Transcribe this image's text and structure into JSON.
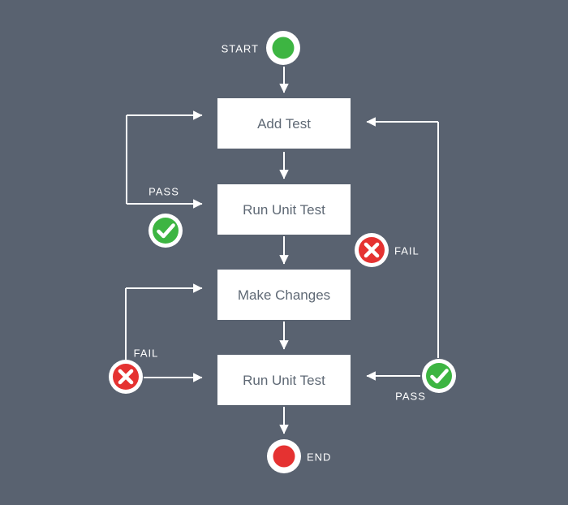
{
  "colors": {
    "background": "#596270",
    "box_fill": "#ffffff",
    "box_text": "#5f6975",
    "line": "#ffffff",
    "green": "#3db542",
    "red": "#e53231",
    "label_text": "#ffffff"
  },
  "flow": {
    "start": {
      "label": "START"
    },
    "end": {
      "label": "END"
    },
    "boxes": [
      {
        "id": "add-test",
        "label": "Add Test"
      },
      {
        "id": "run-unit-test-1",
        "label": "Run Unit Test"
      },
      {
        "id": "make-changes",
        "label": "Make Changes"
      },
      {
        "id": "run-unit-test-2",
        "label": "Run Unit Test"
      }
    ],
    "badges": [
      {
        "id": "pass-upper",
        "label": "PASS",
        "icon": "check-icon",
        "color": "green"
      },
      {
        "id": "fail-right",
        "label": "FAIL",
        "icon": "cross-icon",
        "color": "red"
      },
      {
        "id": "fail-lower",
        "label": "FAIL",
        "icon": "cross-icon",
        "color": "red"
      },
      {
        "id": "pass-lower",
        "label": "PASS",
        "icon": "check-icon",
        "color": "green"
      }
    ]
  }
}
